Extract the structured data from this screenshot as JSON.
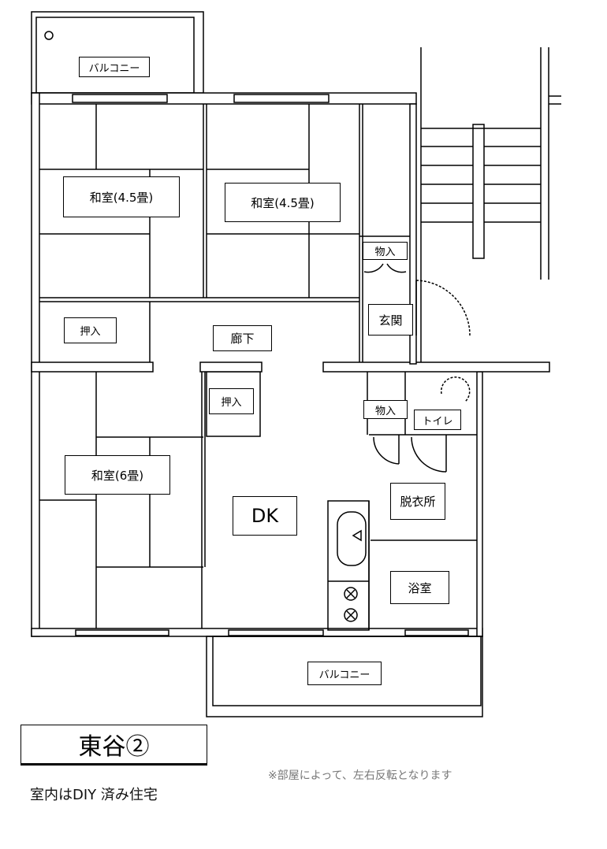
{
  "rooms": {
    "balcony_top": "バルコニー",
    "washitsu_left": "和室(4.5畳)",
    "washitsu_right": "和室(4.5畳)",
    "storage_top": "物入",
    "closet_left": "押入",
    "hallway": "廊下",
    "entrance": "玄関",
    "closet_mid": "押入",
    "storage_mid": "物入",
    "toilet": "トイレ",
    "washitsu_6": "和室(6畳)",
    "dk": "DK",
    "dressing": "脱衣所",
    "bath": "浴室",
    "balcony_bottom": "バルコニー"
  },
  "title": "東谷②",
  "note": "※部屋によって、左右反転となります",
  "subtitle": "室内はDIY 済み住宅"
}
